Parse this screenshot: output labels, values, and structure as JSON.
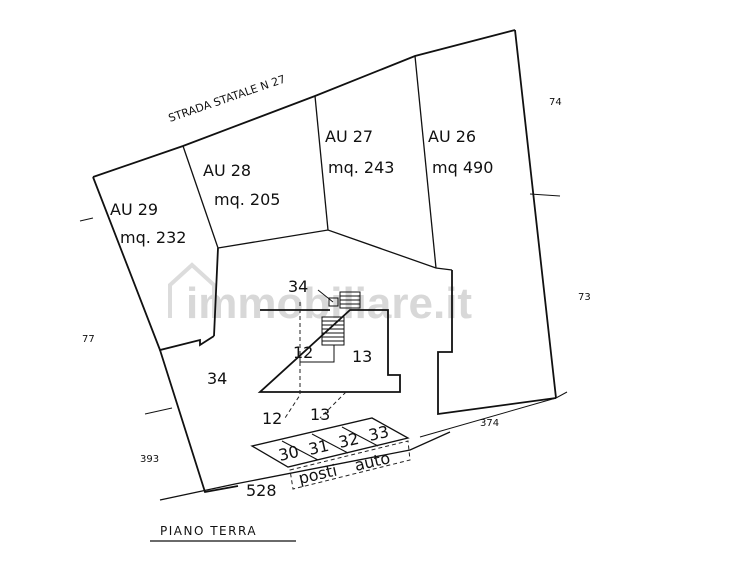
{
  "road_label": "STRADA STATALE N 27",
  "lots": [
    {
      "id": "au29",
      "name": "AU 29",
      "area": "mq. 232"
    },
    {
      "id": "au28",
      "name": "AU 28",
      "area": "mq. 205"
    },
    {
      "id": "au27",
      "name": "AU 27",
      "area": "mq. 243"
    },
    {
      "id": "au26",
      "name": "AU 26",
      "area": "mq 490"
    }
  ],
  "parcels": {
    "p74": "74",
    "p73": "73",
    "p77": "77",
    "p393": "393",
    "p374": "374",
    "p528": "528",
    "p34_court": "34",
    "p34_building": "34"
  },
  "building_refs": {
    "r12": "12",
    "r13": "13",
    "r12_lower": "12",
    "r13_lower": "13"
  },
  "parking": {
    "spaces": [
      "30",
      "31",
      "32",
      "33"
    ],
    "label_posti": "posti",
    "label_auto": "auto"
  },
  "floor_label": "PIANO TERRA",
  "watermark": "immobiliare.it"
}
